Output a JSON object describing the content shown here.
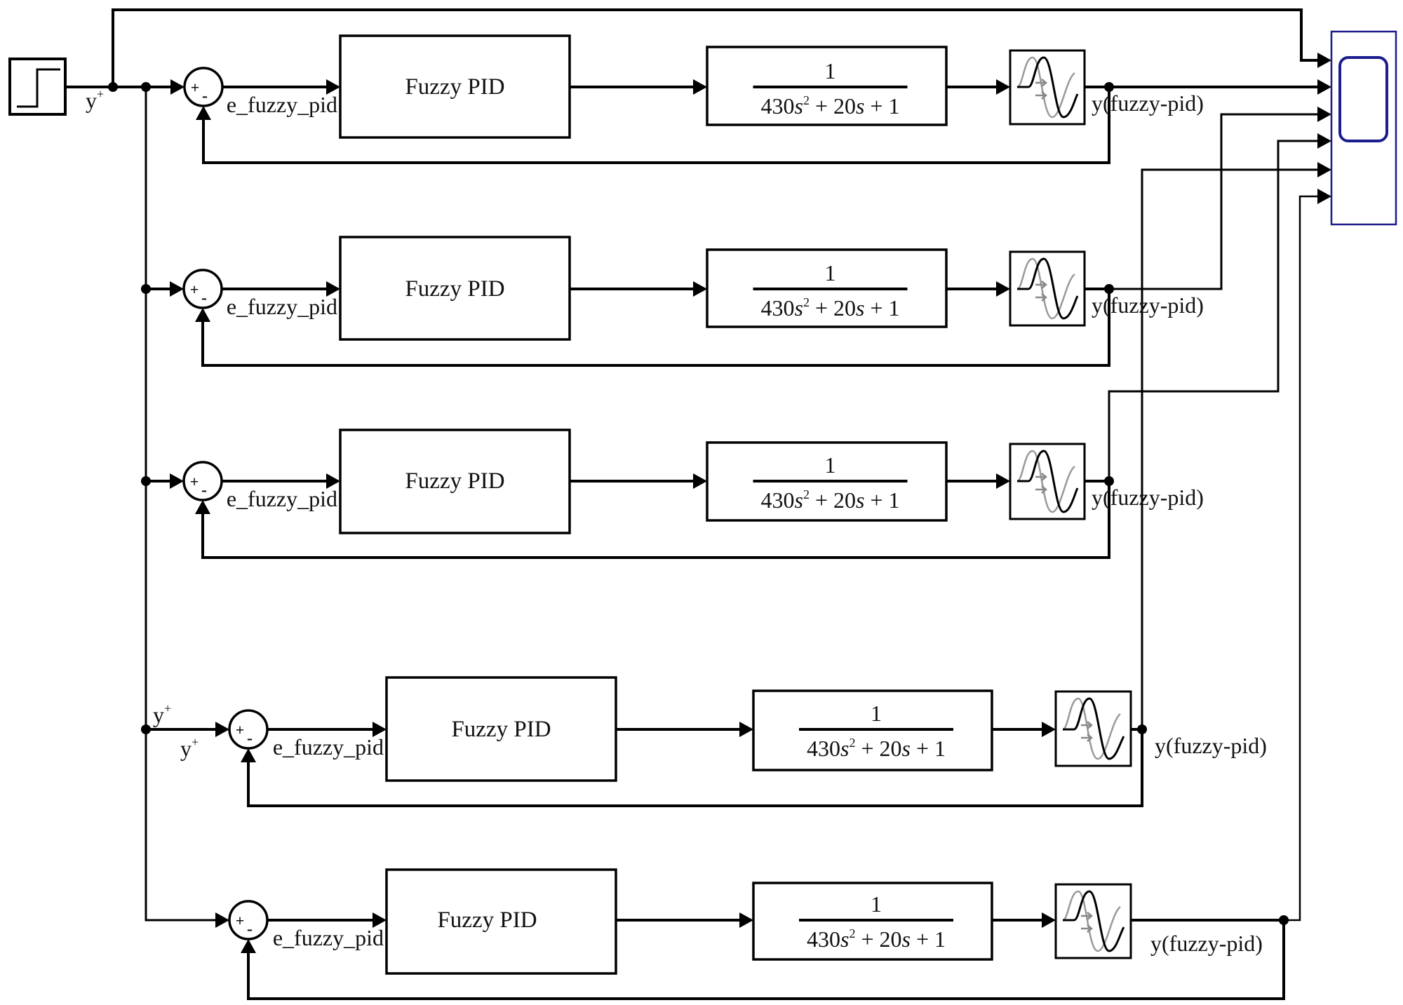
{
  "diagram": {
    "type": "simulink-block-diagram",
    "source_block": {
      "name": "Step",
      "icon": "step-icon",
      "output_label": "y",
      "output_label_sup": "+"
    },
    "sink_block": {
      "name": "Scope",
      "icon": "scope-icon",
      "input_count": 6,
      "color": "#1c1c8e"
    },
    "loops": [
      {
        "id": 1,
        "sum_signs": "+-",
        "error_label": "e_fuzzy_pid",
        "controller": "Fuzzy PID",
        "tf_num": "1",
        "tf_den_parts": [
          "430",
          "s",
          "2",
          " + 20",
          "s",
          " + 1"
        ],
        "delay_icon": "transport-delay-icon",
        "output_label": "y(fuzzy-pid)",
        "scope_input": 2
      },
      {
        "id": 2,
        "sum_signs": "+-",
        "error_label": "e_fuzzy_pid",
        "controller": "Fuzzy PID",
        "tf_num": "1",
        "tf_den_parts": [
          "430",
          "s",
          "2",
          " + 20",
          "s",
          " + 1"
        ],
        "delay_icon": "transport-delay-icon",
        "output_label": "y(fuzzy-pid)",
        "scope_input": 3
      },
      {
        "id": 3,
        "sum_signs": "+-",
        "error_label": "e_fuzzy_pid",
        "controller": "Fuzzy PID",
        "tf_num": "1",
        "tf_den_parts": [
          "430",
          "s",
          "2",
          " + 20",
          "s",
          " + 1"
        ],
        "delay_icon": "transport-delay-icon",
        "output_label": "y(fuzzy-pid)",
        "scope_input": 4
      },
      {
        "id": 4,
        "sum_signs": "+-",
        "error_label": "e_fuzzy_pid",
        "controller": "Fuzzy PID",
        "tf_num": "1",
        "tf_den_parts": [
          "430",
          "s",
          "2",
          " + 20",
          "s",
          " + 1"
        ],
        "delay_icon": "transport-delay-icon",
        "output_label": "y(fuzzy-pid)",
        "scope_input": 5,
        "extra_labels": [
          "y",
          "y"
        ]
      },
      {
        "id": 5,
        "sum_signs": "+-",
        "error_label": "e_fuzzy_pid",
        "controller": "Fuzzy PID",
        "tf_num": "1",
        "tf_den_parts": [
          "430",
          "s",
          "2",
          " + 20",
          "s",
          " + 1"
        ],
        "delay_icon": "transport-delay-icon",
        "output_label": "y(fuzzy-pid)",
        "scope_input": 6
      }
    ],
    "reference_to_scope_input": 1,
    "label_sup": "+",
    "sum_plus": "+",
    "sum_minus": "-"
  }
}
